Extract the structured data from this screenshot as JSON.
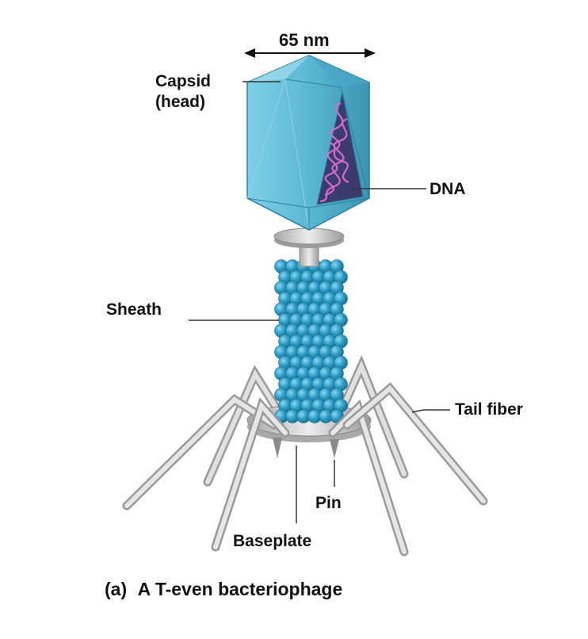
{
  "labels": {
    "width": "65 nm",
    "capsid_line1": "Capsid",
    "capsid_line2": "(head)",
    "dna": "DNA",
    "sheath": "Sheath",
    "tail_fiber": "Tail fiber",
    "pin": "Pin",
    "baseplate": "Baseplate"
  },
  "caption": {
    "letter": "(a)",
    "text": "A T-even bacteriophage"
  },
  "colors": {
    "capsid": "#5bb8d4",
    "capsid_dark": "#3a95b3",
    "dna": "#c453b8",
    "sheath_beads": "#2f9fc8",
    "metal": "#c9c9c9"
  }
}
